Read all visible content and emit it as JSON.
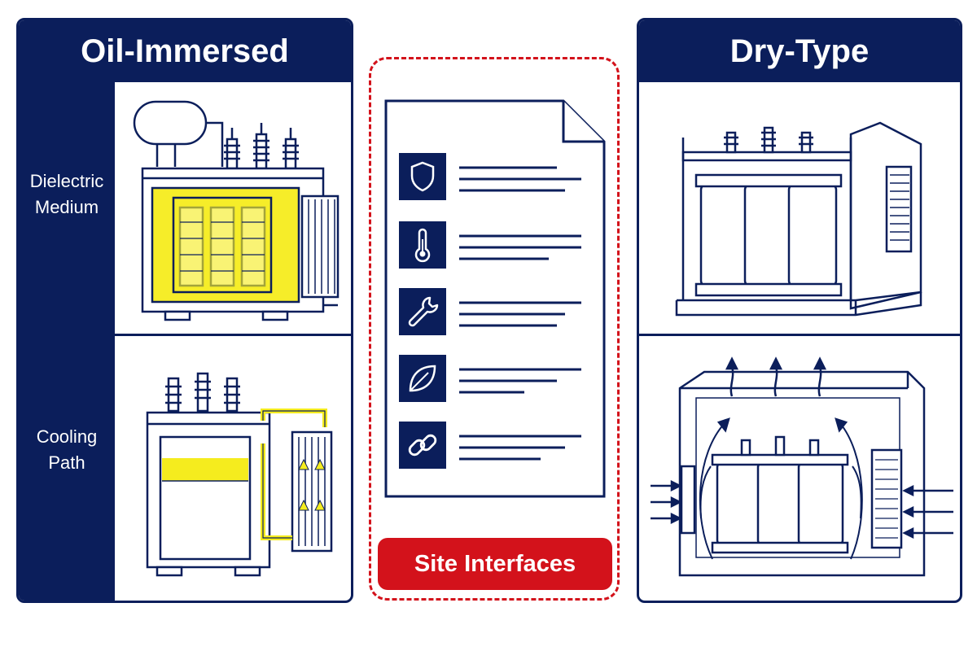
{
  "oil_panel": {
    "title": "Oil-Immersed",
    "rows": [
      "Dielectric Medium",
      "Cooling Path"
    ],
    "row_label_lines": [
      [
        "Dielectric",
        "Medium"
      ],
      [
        "Cooling",
        "Path"
      ]
    ]
  },
  "dry_panel": {
    "title": "Dry-Type"
  },
  "center": {
    "button_label": "Site Interfaces",
    "checklist_icons": [
      "shield-icon",
      "thermometer-icon",
      "wrench-icon",
      "leaf-icon",
      "link-icon"
    ]
  },
  "colors": {
    "navy": "#0b1e5b",
    "red": "#d3121b",
    "highlight_yellow": "#f5ec1e",
    "white": "#ffffff"
  }
}
